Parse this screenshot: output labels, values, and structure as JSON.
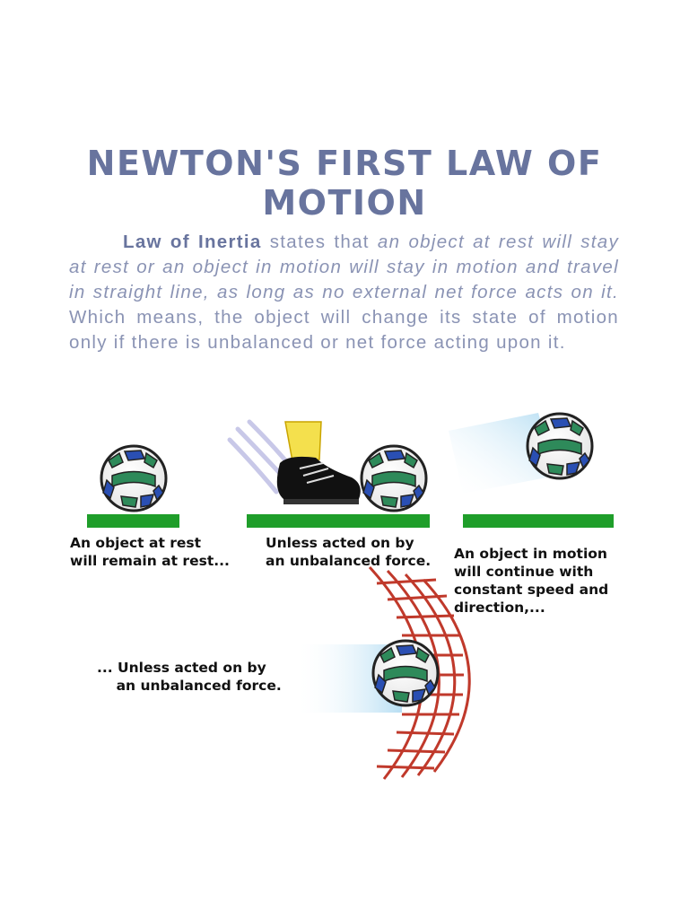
{
  "title": "NEWTON'S FIRST LAW OF MOTION",
  "paragraph": {
    "term": "Law of Inertia",
    "connector": "states that",
    "definition": "an object at rest will stay at rest or an object in motion will stay in motion and travel in straight line, as long as no external net force acts on it.",
    "explanation": "Which means, the object will change its state of motion only if there is unbalanced or net force acting upon it."
  },
  "figure": {
    "captions": {
      "rest": "An object at rest\nwill remain at rest...",
      "force": "Unless acted on by\nan unbalanced force.",
      "motion": "An object in motion\nwill continue with\nconstant speed and\ndirection,...",
      "net": "... Unless acted on by\n    an unbalanced force."
    }
  },
  "colors": {
    "title": "#68749e",
    "text": "#8a93b4",
    "ground": "#1f9e2a",
    "ball_green": "#2e8a5a",
    "ball_blue": "#2a4fb3",
    "net": "#c0392b",
    "motion_trail": "#bfe3f5"
  }
}
